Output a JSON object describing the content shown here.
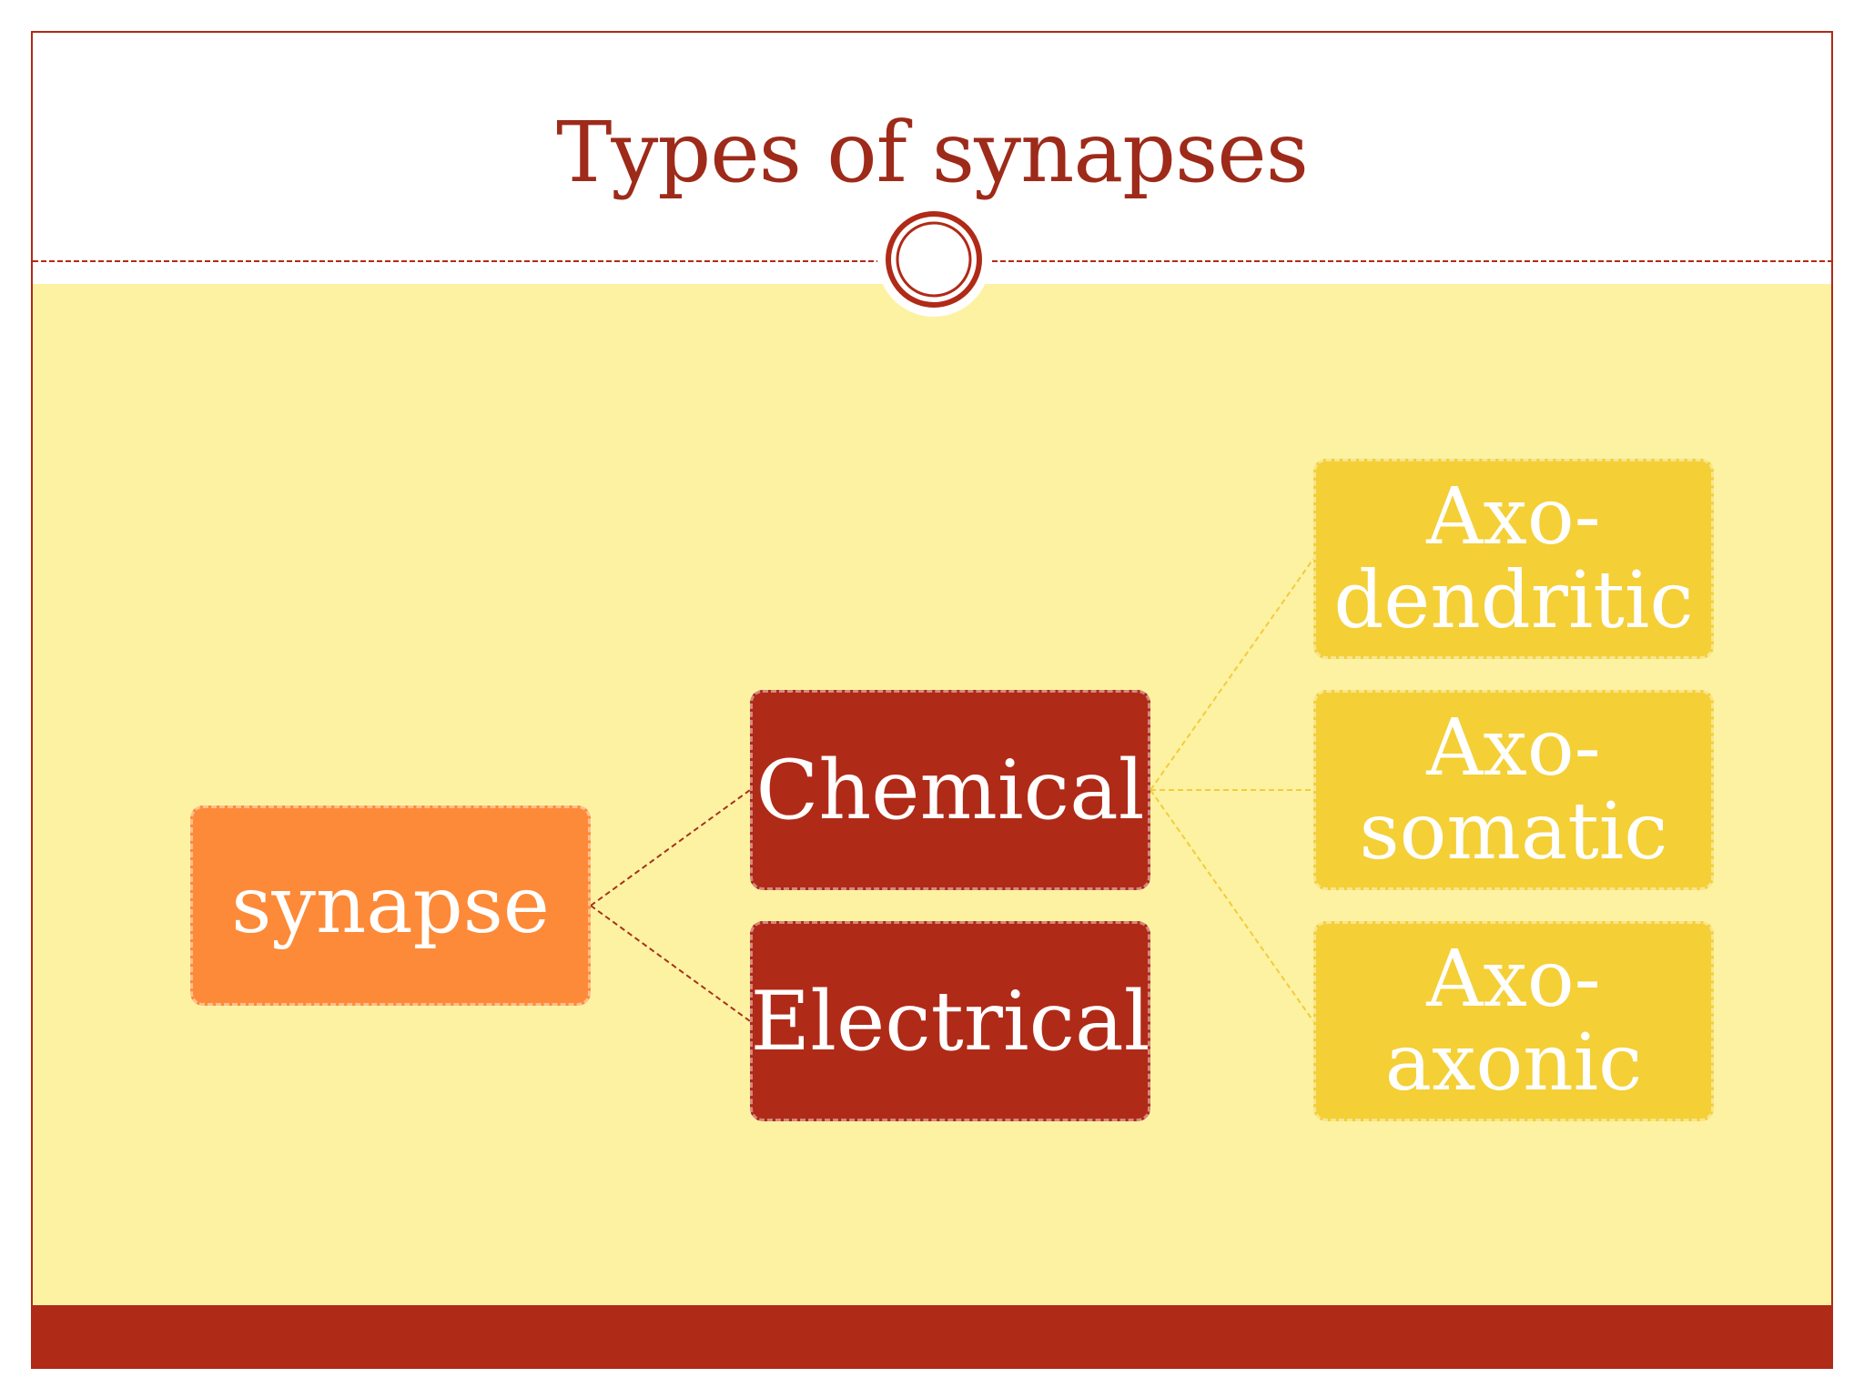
{
  "slide": {
    "title": "Types of synapses"
  },
  "diagram": {
    "root": "synapse",
    "branches": [
      "Chemical",
      "Electrical"
    ],
    "leaves": [
      {
        "line1": "Axo-",
        "line2": "dendritic"
      },
      {
        "line1": "Axo-",
        "line2": "somatic"
      },
      {
        "line1": "Axo-",
        "line2": "axonic"
      }
    ]
  },
  "colors": {
    "title": "#9e2a1a",
    "accent": "#b02a18",
    "background": "#fdf2a1",
    "root_node": "#fd8a38",
    "branch_node": "#b02a18",
    "leaf_node": "#f4cf36",
    "leaf_connector": "#f1cc3c",
    "branch_connector": "#a5321e"
  }
}
